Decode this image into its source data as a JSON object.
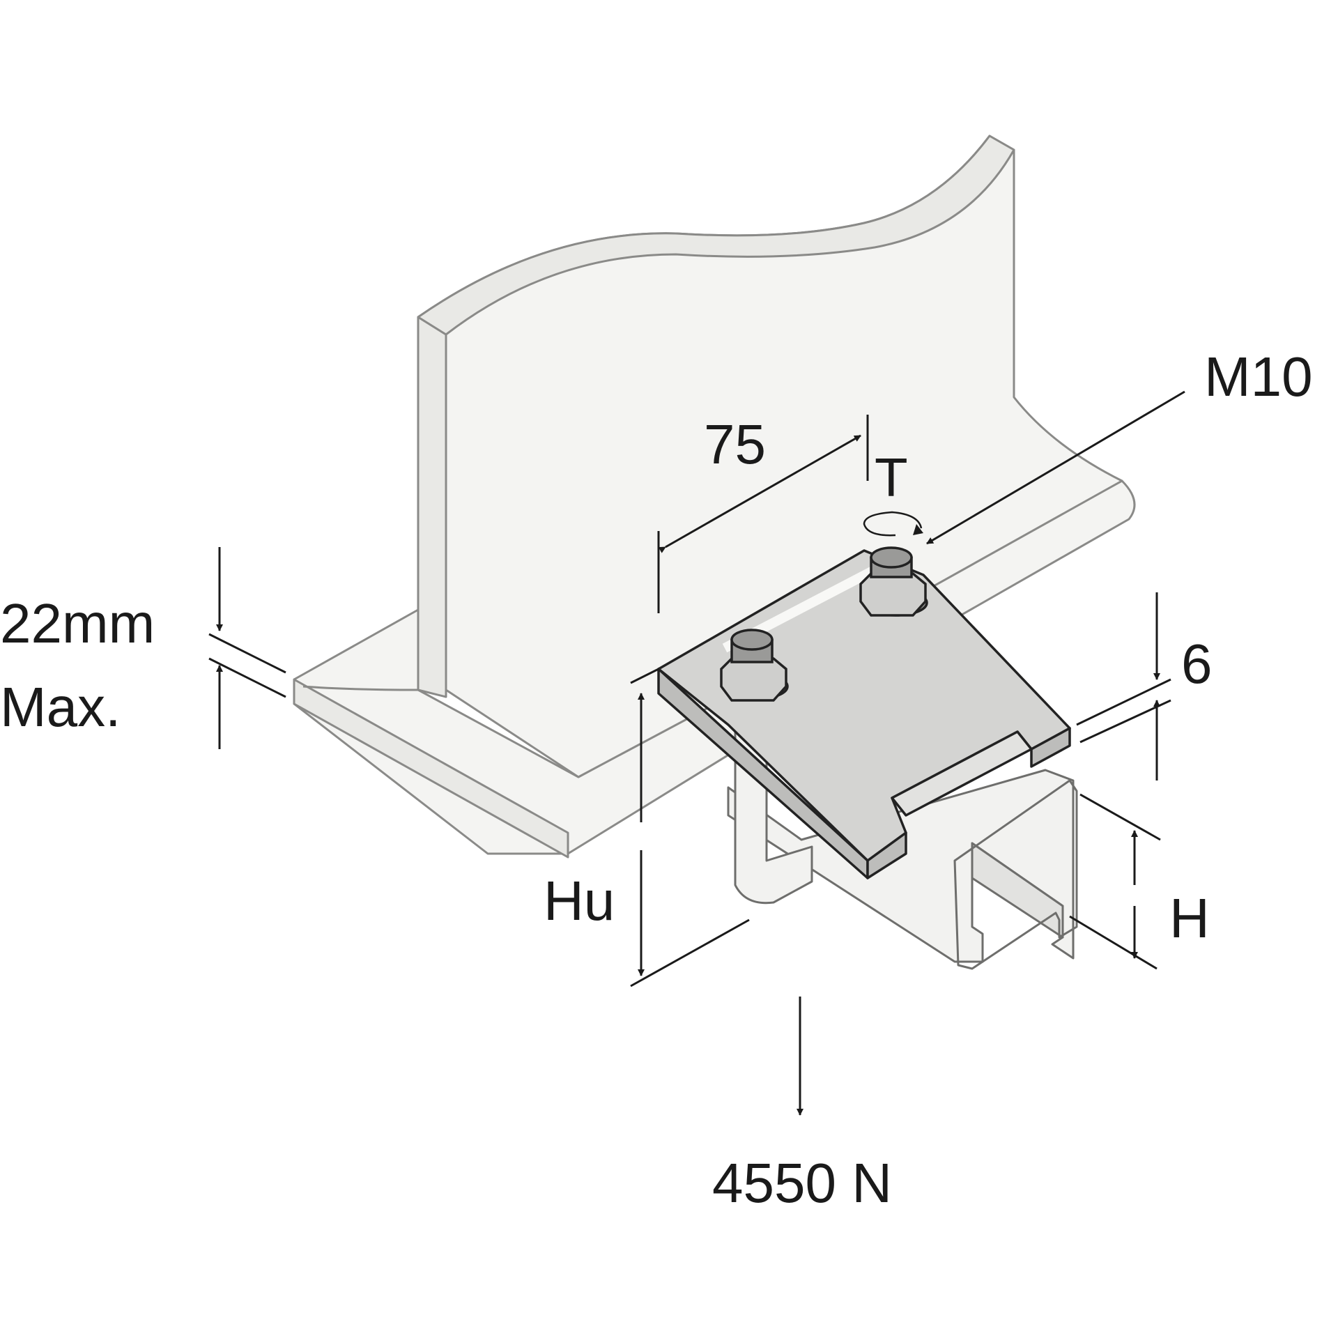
{
  "labels": {
    "width": "75",
    "torque": "T",
    "bolt_size": "M10",
    "flange_thickness_value": "22mm",
    "flange_thickness_qualifier": "Max.",
    "plate_thickness": "6",
    "height_upper": "Hu",
    "height_channel": "H",
    "load": "4550 N"
  },
  "colors": {
    "line": "#1a1a1a",
    "beam_fill": "#f4f4f2",
    "plate_fill": "#d4d4d2"
  }
}
